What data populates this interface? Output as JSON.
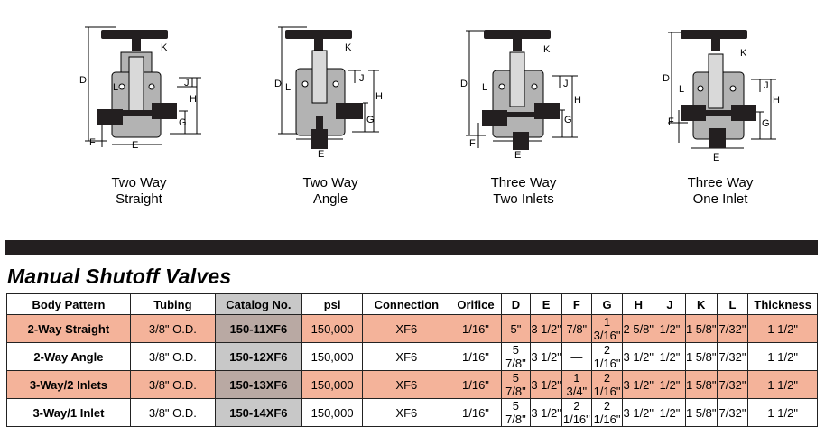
{
  "diagrams": [
    {
      "id": "two-way-straight",
      "line1": "Two Way",
      "line2": "Straight"
    },
    {
      "id": "two-way-angle",
      "line1": "Two Way",
      "line2": "Angle"
    },
    {
      "id": "three-way-two-inlets",
      "line1": "Three Way",
      "line2": "Two Inlets"
    },
    {
      "id": "three-way-one-inlet",
      "line1": "Three Way",
      "line2": "One Inlet"
    }
  ],
  "dimension_labels": {
    "d": "D",
    "k": "K",
    "j": "J",
    "l": "L",
    "h": "H",
    "g": "G",
    "e": "E",
    "f": "F"
  },
  "section_title": "Manual Shutoff Valves",
  "table": {
    "headers": [
      "Body Pattern",
      "Tubing",
      "Catalog No.",
      "psi",
      "Connection",
      "Orifice",
      "D",
      "E",
      "F",
      "G",
      "H",
      "J",
      "K",
      "L",
      "Thickness"
    ],
    "rows": [
      {
        "body": "2-Way Straight",
        "tubing": "3/8\" O.D.",
        "catalog": "150-11XF6",
        "psi": "150,000",
        "connection": "XF6",
        "orifice": "1/16\"",
        "d": "5\"",
        "e": "3 1/2\"",
        "f": "7/8\"",
        "g": "1 3/16\"",
        "h": "2 5/8\"",
        "j": "1/2\"",
        "k": "1 5/8\"",
        "l": "7/32\"",
        "thickness": "1 1/2\""
      },
      {
        "body": "2-Way Angle",
        "tubing": "3/8\" O.D.",
        "catalog": "150-12XF6",
        "psi": "150,000",
        "connection": "XF6",
        "orifice": "1/16\"",
        "d": "5 7/8\"",
        "e": "3 1/2\"",
        "f": "—",
        "g": "2 1/16\"",
        "h": "3 1/2\"",
        "j": "1/2\"",
        "k": "1 5/8\"",
        "l": "7/32\"",
        "thickness": "1 1/2\""
      },
      {
        "body": "3-Way/2 Inlets",
        "tubing": "3/8\" O.D.",
        "catalog": "150-13XF6",
        "psi": "150,000",
        "connection": "XF6",
        "orifice": "1/16\"",
        "d": "5 7/8\"",
        "e": "3 1/2\"",
        "f": "1 3/4\"",
        "g": "2 1/16\"",
        "h": "3 1/2\"",
        "j": "1/2\"",
        "k": "1 5/8\"",
        "l": "7/32\"",
        "thickness": "1 1/2\""
      },
      {
        "body": "3-Way/1 Inlet",
        "tubing": "3/8\" O.D.",
        "catalog": "150-14XF6",
        "psi": "150,000",
        "connection": "XF6",
        "orifice": "1/16\"",
        "d": "5 7/8\"",
        "e": "3 1/2\"",
        "f": "2 1/16\"",
        "g": "2 1/16\"",
        "h": "3 1/2\"",
        "j": "1/2\"",
        "k": "1 5/8\"",
        "l": "7/32\"",
        "thickness": "1 1/2\""
      }
    ]
  }
}
